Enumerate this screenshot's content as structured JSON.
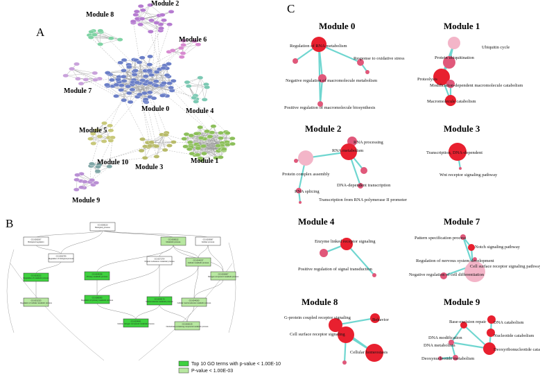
{
  "panels": {
    "a": "A",
    "b": "B",
    "c": "C"
  },
  "colors": {
    "module0": "#6b7fc7",
    "module1": "#8cbf5a",
    "module2": "#b57bd0",
    "module3": "#b8bb6a",
    "module4": "#7cc9b3",
    "module5": "#c8c87a",
    "module6": "#d78ad0",
    "module7": "#c9a2db",
    "module8": "#7fd3a4",
    "module9": "#b98fd4",
    "module10": "#7fa6a6",
    "go_top": "#3fd13f",
    "go_sig": "#b7e7a0",
    "enrich_high": "#e8202f",
    "enrich_mid": "#e0587a",
    "enrich_low": "#f3b5c8",
    "edge": "#6fd6d0"
  },
  "network_labels": [
    "Module 8",
    "Module 2",
    "Module 6",
    "Module 7",
    "Module 0",
    "Module 4",
    "Module 5",
    "Module 10",
    "Module 3",
    "Module 1",
    "Module 9"
  ],
  "go_nodes": [
    "GO:0008150 Biological_process",
    "GO:0065007 Biological regulation",
    "GO:0008152 Metabolic process",
    "GO:0009987 Cellular process",
    "GO:0050789 Regulation of biological process",
    "GO:0019222 Regulation of metabolic process",
    "GO:0044238 Primary metabolic process",
    "GO:0071704 Organic substance metabolic process",
    "GO:0044237 Cellular metabolic process",
    "GO:0006807 Nitrogen compound metabolic process",
    "GO:0031323 Regulation of cellular metabolic process",
    "GO:0080090 Regulation of primary metabolic process",
    "GO:0043170 Macromolecule metabolic process",
    "GO:0044260 Cellular macromolecule metabolic process",
    "GO:0034641 Cellular nitrogen compound metabolic process",
    "GO:0006139 Nucleobase-containing compound metabolic process"
  ],
  "legend": [
    {
      "label": "Top 10 GO terms with p-value < 1.00E-10",
      "color": "#3fd13f"
    },
    {
      "label": "P-value < 1.00E-03",
      "color": "#b7e7a0"
    }
  ],
  "modules_c": [
    {
      "name": "Module 0",
      "terms": [
        "Regulation of RNA metabolism",
        "Response to oxidative stress",
        "Negative regulation of macromolecule metabolism",
        "Positive regulation of macromolecule biosynthesis"
      ]
    },
    {
      "name": "Module 1",
      "terms": [
        "Ubiquitin cycle",
        "Protein ubiquitination",
        "Proteolysis",
        "Modification-dependent macromolecule catabolism",
        "Macromolecule catabolism"
      ]
    },
    {
      "name": "Module 2",
      "terms": [
        "RNA processing",
        "RNA metabolism",
        "Protein complex assembly",
        "DNA-dependent transcription",
        "RNA splicing",
        "Transcription from RNA polymerase II promoter"
      ]
    },
    {
      "name": "Module 3",
      "terms": [
        "Transcription, DNA-dependent",
        "Wnt receptor signaling pathway"
      ]
    },
    {
      "name": "Module 4",
      "terms": [
        "Enzyme linked receptor signaling",
        "Positive regulation of signal transduction"
      ]
    },
    {
      "name": "Module 7",
      "terms": [
        "Pattern specification process",
        "Notch signaling pathway",
        "Regulation of nervous system development",
        "Cell surface receptor signaling pathway",
        "Negative regulation of cell differentiation"
      ]
    },
    {
      "name": "Module 8",
      "terms": [
        "G-protein coupled receptor signaling",
        "Behavior",
        "Cell surface receptor signaling",
        "Cellular homeostasis"
      ]
    },
    {
      "name": "Module 9",
      "terms": [
        "DNA catabolism",
        "Base-excision repair",
        "Nucleotide catabolism",
        "DNA modification",
        "Deoxyribonucleotide catabolism",
        "DNA metabolism",
        "Deoxynucleotide metabolism"
      ]
    }
  ]
}
